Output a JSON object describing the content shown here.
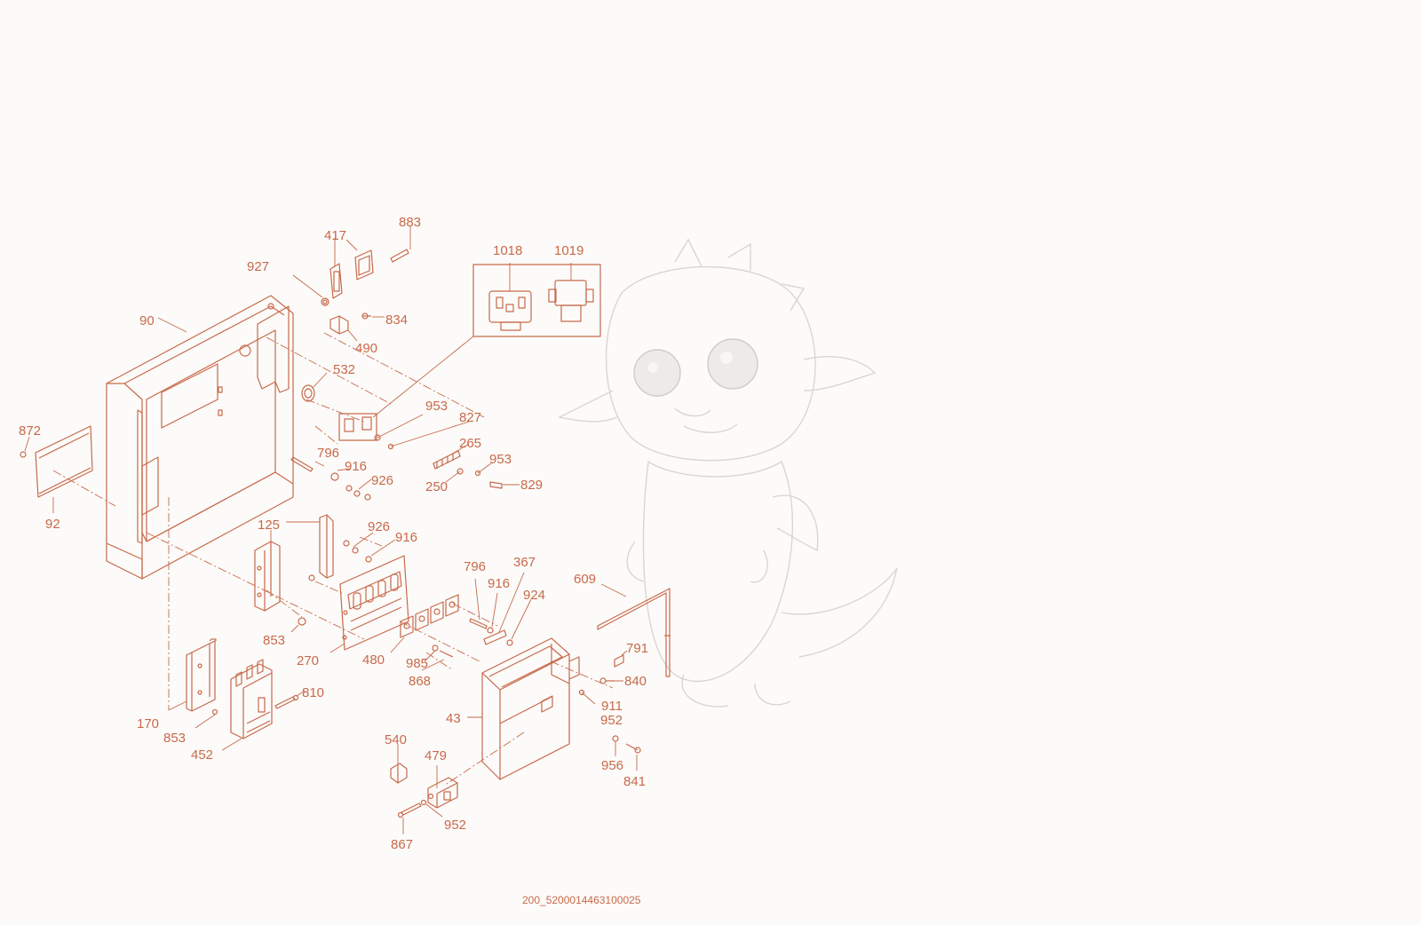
{
  "diagram": {
    "drawing_id": "200_5200014463100025",
    "inset_labels": [
      "1018",
      "1019"
    ],
    "callouts": [
      {
        "id": "883",
        "label": "883"
      },
      {
        "id": "417",
        "label": "417"
      },
      {
        "id": "927",
        "label": "927"
      },
      {
        "id": "90",
        "label": "90"
      },
      {
        "id": "834",
        "label": "834"
      },
      {
        "id": "490",
        "label": "490"
      },
      {
        "id": "532",
        "label": "532"
      },
      {
        "id": "953a",
        "label": "953"
      },
      {
        "id": "827",
        "label": "827"
      },
      {
        "id": "265",
        "label": "265"
      },
      {
        "id": "953b",
        "label": "953"
      },
      {
        "id": "829",
        "label": "829"
      },
      {
        "id": "250",
        "label": "250"
      },
      {
        "id": "872",
        "label": "872"
      },
      {
        "id": "92",
        "label": "92"
      },
      {
        "id": "796a",
        "label": "796"
      },
      {
        "id": "916a",
        "label": "916"
      },
      {
        "id": "926a",
        "label": "926"
      },
      {
        "id": "125",
        "label": "125"
      },
      {
        "id": "926b",
        "label": "926"
      },
      {
        "id": "916b",
        "label": "916"
      },
      {
        "id": "796b",
        "label": "796"
      },
      {
        "id": "367",
        "label": "367"
      },
      {
        "id": "916c",
        "label": "916"
      },
      {
        "id": "924",
        "label": "924"
      },
      {
        "id": "609",
        "label": "609"
      },
      {
        "id": "853a",
        "label": "853"
      },
      {
        "id": "270",
        "label": "270"
      },
      {
        "id": "480",
        "label": "480"
      },
      {
        "id": "985",
        "label": "985"
      },
      {
        "id": "868",
        "label": "868"
      },
      {
        "id": "791",
        "label": "791"
      },
      {
        "id": "840",
        "label": "840"
      },
      {
        "id": "911",
        "label": "911"
      },
      {
        "id": "952a",
        "label": "952"
      },
      {
        "id": "810",
        "label": "810"
      },
      {
        "id": "170",
        "label": "170"
      },
      {
        "id": "853b",
        "label": "853"
      },
      {
        "id": "452",
        "label": "452"
      },
      {
        "id": "43",
        "label": "43"
      },
      {
        "id": "540",
        "label": "540"
      },
      {
        "id": "479",
        "label": "479"
      },
      {
        "id": "956",
        "label": "956"
      },
      {
        "id": "841",
        "label": "841"
      },
      {
        "id": "952b",
        "label": "952"
      },
      {
        "id": "867",
        "label": "867"
      }
    ]
  }
}
